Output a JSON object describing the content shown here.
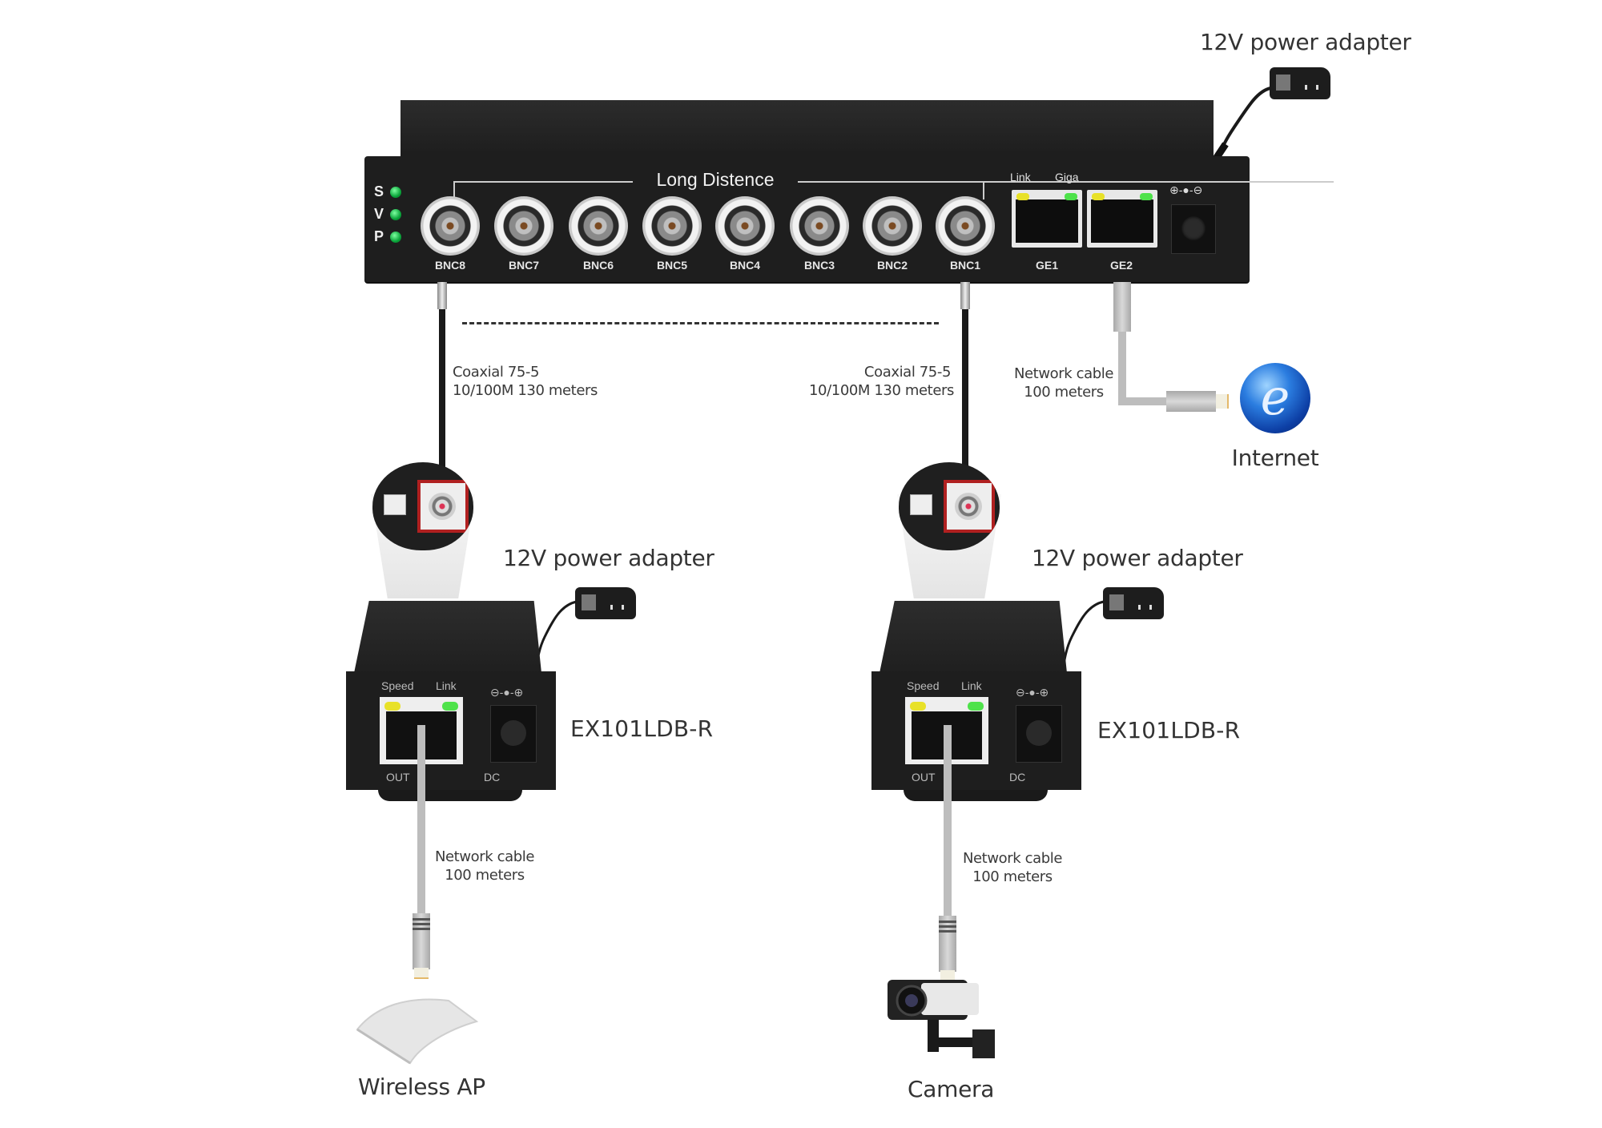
{
  "main_device": {
    "panel_title": "Long Distence",
    "leds": [
      {
        "letter": "S",
        "color": "#1db954"
      },
      {
        "letter": "V",
        "color": "#1db954"
      },
      {
        "letter": "P",
        "color": "#1db954"
      }
    ],
    "bnc_ports": [
      "BNC8",
      "BNC7",
      "BNC6",
      "BNC5",
      "BNC4",
      "BNC3",
      "BNC2",
      "BNC1"
    ],
    "ethernet_ports": [
      "GE1",
      "GE2"
    ],
    "ethernet_led_labels": {
      "left": "Link",
      "right": "Giga"
    },
    "power_symbol": "⊕-●-⊖"
  },
  "labels": {
    "top_power_adapter": "12V power adapter",
    "left_power_adapter": "12V power adapter",
    "right_power_adapter": "12V power adapter",
    "coax_left_line1": "Coaxial 75-5",
    "coax_left_line2": "10/100M 130 meters",
    "coax_right_line1": "Coaxial 75-5",
    "coax_right_line2": "10/100M 130 meters",
    "net_top_line1": "Network cable",
    "net_top_line2": "100 meters",
    "net_left_line1": "Network cable",
    "net_left_line2": "100 meters",
    "net_right_line1": "Network cable",
    "net_right_line2": "100 meters",
    "internet": "Internet",
    "wireless_ap": "Wireless AP",
    "camera": "Camera"
  },
  "receivers": [
    {
      "model": "EX101LDB-R",
      "led_labels": {
        "left": "Speed",
        "right": "Link"
      },
      "port_labels": {
        "out": "OUT",
        "dc": "DC"
      },
      "power_symbol": "⊖-●-⊕"
    },
    {
      "model": "EX101LDB-R",
      "led_labels": {
        "left": "Speed",
        "right": "Link"
      },
      "port_labels": {
        "out": "OUT",
        "dc": "DC"
      },
      "power_symbol": "⊖-●-⊕"
    }
  ],
  "colors": {
    "device_body": "#1e1e1e",
    "led_green": "#4ee24a",
    "led_yellow": "#e8e128",
    "network_cable": "#bdbdbd",
    "coax_cable": "#1a1a1a",
    "magnifier_highlight": "#b02020",
    "internet_blue": "#2b7de0"
  }
}
